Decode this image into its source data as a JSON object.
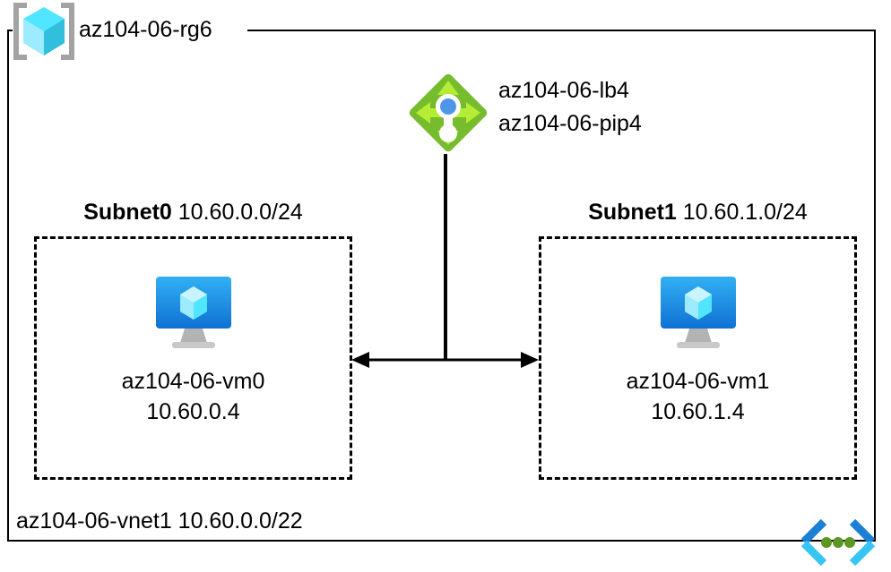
{
  "diagram": {
    "resource_group": {
      "label": "az104-06-rg6",
      "icon": "resource-group-cube-icon"
    },
    "load_balancer": {
      "icon": "load-balancer-icon",
      "labels": [
        "az104-06-lb4",
        "az104-06-pip4"
      ]
    },
    "subnets": [
      {
        "name": "Subnet0",
        "cidr": "10.60.0.0/24",
        "vm": {
          "icon": "virtual-machine-icon",
          "name": "az104-06-vm0",
          "ip": "10.60.0.4"
        }
      },
      {
        "name": "Subnet1",
        "cidr": "10.60.1.0/24",
        "vm": {
          "icon": "virtual-machine-icon",
          "name": "az104-06-vm1",
          "ip": "10.60.1.4"
        }
      }
    ],
    "vnet": {
      "label": "az104-06-vnet1 10.60.0.0/22",
      "icon": "virtual-network-icon"
    },
    "colors": {
      "line": "#000000",
      "cube_light": "#9CEBFF",
      "cube_mid": "#50E6FF",
      "cube_dark": "#32BEDD",
      "bracket_gray": "#A3A3A3",
      "lb_green_dark": "#5E9624",
      "lb_green_mid": "#76BC2D",
      "lb_arrow_light": "#B4EC36",
      "lb_blue_dot": "#4D96E8",
      "vm_blue_top": "#32B0F3",
      "vm_blue_bottom": "#0F71D4",
      "vm_stand_gray": "#B3B3B3",
      "vnet_blue": "#1B7FD4",
      "vnet_cyan": "#37C6F4",
      "vnet_green": "#5E9624"
    }
  }
}
